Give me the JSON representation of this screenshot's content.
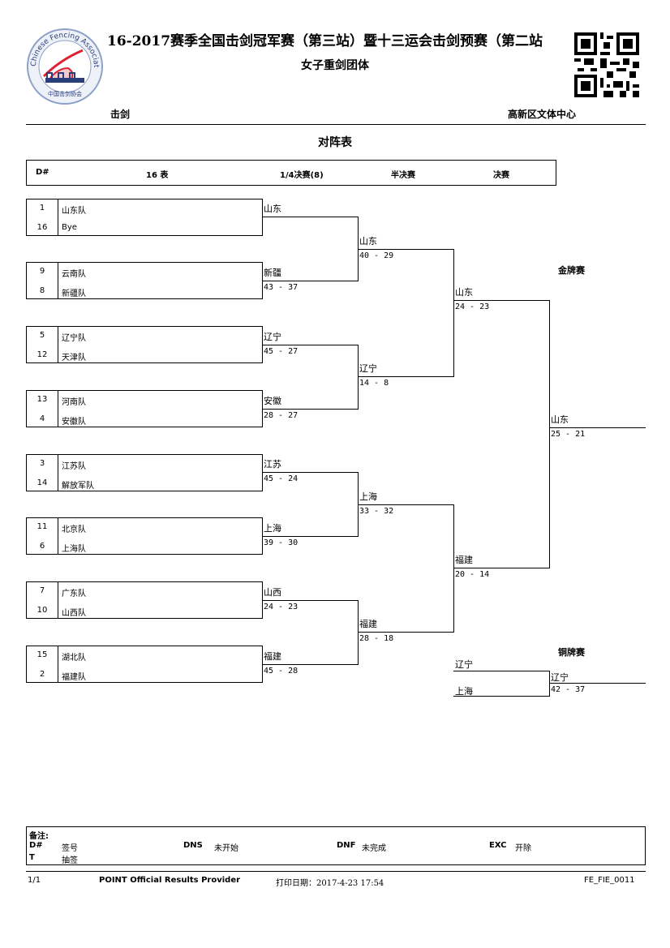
{
  "header": {
    "title": "16-2017赛季全国击剑冠军赛（第三站）暨十三运会击剑预赛（第二站",
    "subtitle": "女子重剑团体",
    "sport": "击剑",
    "venue": "高新区文体中心",
    "section_title": "对阵表",
    "logo_text": "Chinese Fencing Association",
    "logo_cn": "中国击剑协会"
  },
  "columns": {
    "seed": "D#",
    "round16": "16 表",
    "quarter": "1/4决赛(8)",
    "semi": "半决赛",
    "final": "决赛"
  },
  "round16": [
    {
      "top_seed": "1",
      "top_team": "山东队",
      "bottom_seed": "16",
      "bottom_team": "Bye"
    },
    {
      "top_seed": "9",
      "top_team": "云南队",
      "bottom_seed": "8",
      "bottom_team": "新疆队"
    },
    {
      "top_seed": "5",
      "top_team": "辽宁队",
      "bottom_seed": "12",
      "bottom_team": "天津队"
    },
    {
      "top_seed": "13",
      "top_team": "河南队",
      "bottom_seed": "4",
      "bottom_team": "安徽队"
    },
    {
      "top_seed": "3",
      "top_team": "江苏队",
      "bottom_seed": "14",
      "bottom_team": "解放军队"
    },
    {
      "top_seed": "11",
      "top_team": "北京队",
      "bottom_seed": "6",
      "bottom_team": "上海队"
    },
    {
      "top_seed": "7",
      "top_team": "广东队",
      "bottom_seed": "10",
      "bottom_team": "山西队"
    },
    {
      "top_seed": "15",
      "top_team": "湖北队",
      "bottom_seed": "2",
      "bottom_team": "福建队"
    }
  ],
  "quarter": [
    {
      "winner": "山东",
      "score": ""
    },
    {
      "winner": "新疆",
      "score": "43 - 37"
    },
    {
      "winner": "辽宁",
      "score": "45 - 27"
    },
    {
      "winner": "安徽",
      "score": "28 - 27"
    },
    {
      "winner": "江苏",
      "score": "45 - 24"
    },
    {
      "winner": "上海",
      "score": "39 - 30"
    },
    {
      "winner": "山西",
      "score": "24 - 23"
    },
    {
      "winner": "福建",
      "score": "45 - 28"
    }
  ],
  "semi": [
    {
      "winner": "山东",
      "score": "40 - 29"
    },
    {
      "winner": "辽宁",
      "score": "14 - 8"
    },
    {
      "winner": "上海",
      "score": "33 - 32"
    },
    {
      "winner": "福建",
      "score": "28 - 18"
    }
  ],
  "final_round": [
    {
      "winner": "山东",
      "score": "24 - 23"
    },
    {
      "winner": "福建",
      "score": "20 - 14"
    }
  ],
  "gold": {
    "label": "金牌赛",
    "winner": "山东",
    "score": "25 - 21"
  },
  "bronze": {
    "label": "铜牌赛",
    "team1": "辽宁",
    "team2": "上海",
    "winner": "辽宁",
    "score": "42 - 37"
  },
  "legend": {
    "label": "备注:",
    "items": [
      {
        "code": "D#",
        "desc": "签号"
      },
      {
        "code": "DNS",
        "desc": "未开始"
      },
      {
        "code": "DNF",
        "desc": "未完成"
      },
      {
        "code": "EXC",
        "desc": "开除"
      },
      {
        "code": "T",
        "desc": "抽签"
      }
    ]
  },
  "footer": {
    "page": "1/1",
    "provider": "POINT Official Results Provider",
    "print_date": "打印日期：2017-4-23 17:54",
    "code": "FE_FIE_0011"
  }
}
